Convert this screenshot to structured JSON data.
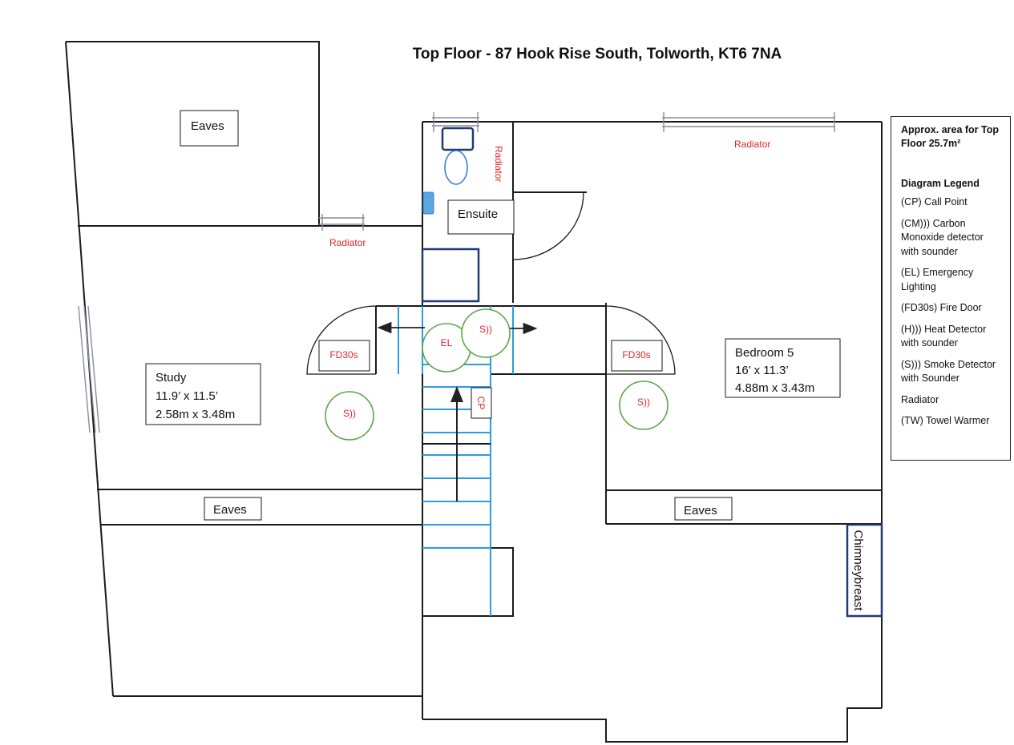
{
  "title": "Top Floor - 87 Hook Rise South, Tolworth, KT6 7NA",
  "rooms": {
    "study": {
      "name": "Study",
      "dim_ft": "11.9’ x 11.5’",
      "dim_m": "2.58m x 3.48m"
    },
    "bedroom5": {
      "name": "Bedroom 5",
      "dim_ft": "16’ x 11.3’",
      "dim_m": "4.88m x 3.43m"
    },
    "ensuite": "Ensuite",
    "eaves_top": "Eaves",
    "eaves_left": "Eaves",
    "eaves_right": "Eaves",
    "chimney": "Chimneybreast"
  },
  "fixtures": {
    "radiator_left": "Radiator",
    "radiator_ensuite": "Radiator",
    "radiator_bedroom": "Radiator",
    "fire_door_left": "FD30s",
    "fire_door_right": "FD30s",
    "emergency_light": "EL",
    "smoke_landing": "S))",
    "smoke_study": "S))",
    "smoke_bedroom": "S))",
    "call_point": "CP"
  },
  "legend": {
    "area": "Approx. area for Top Floor 25.7m²",
    "heading": "Diagram Legend",
    "items": [
      "(CP) Call Point",
      "(CM))) Carbon Monoxide detector with sounder",
      "(EL) Emergency Lighting",
      "(FD30s) Fire Door",
      "(H))) Heat Detector with sounder",
      "(S))) Smoke Detector with Sounder",
      "Radiator",
      "(TW) Towel Warmer"
    ]
  },
  "colors": {
    "wall": "#1a1a1a",
    "stairs": "#2a9de0",
    "fixture_label": "#e0262b",
    "detector": "#5aa64a",
    "ensuite_fitting": "#1f3a73",
    "sink": "#5aa6e0"
  }
}
